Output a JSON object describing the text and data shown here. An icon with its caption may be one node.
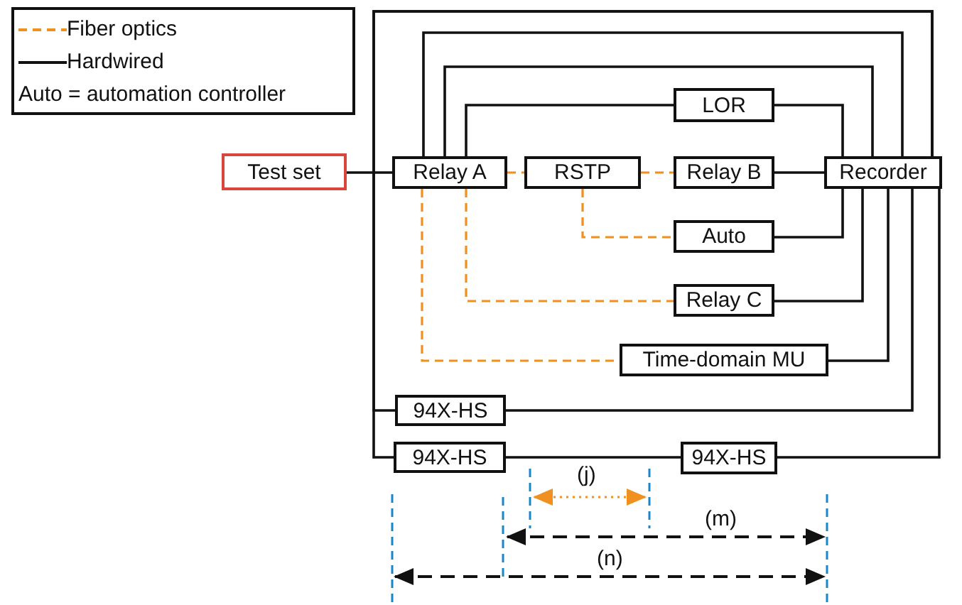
{
  "diagram": {
    "nodes": [
      {
        "text": [
          "LOR"
        ]
      },
      {
        "text": [
          "Test set"
        ]
      },
      {
        "text": [
          "Relay A"
        ]
      },
      {
        "text": [
          "RSTP"
        ]
      },
      {
        "text": [
          "Relay B"
        ]
      },
      {
        "text": [
          "Recorder"
        ]
      },
      {
        "text": [
          "Auto"
        ]
      },
      {
        "text": [
          "Relay C"
        ]
      },
      {
        "text": [
          "Time-domain MU"
        ]
      },
      {
        "text": [
          "94X-HS"
        ]
      },
      {
        "text": [
          "94X-HS"
        ]
      },
      {
        "text": [
          "94X-HS"
        ]
      }
    ],
    "edges": [
      {
        "from": 1,
        "to": 2,
        "arrow": "none"
      },
      {
        "from": 2,
        "to": 5,
        "arrow": "none"
      },
      {
        "from": 2,
        "to": 5,
        "arrow": "none"
      },
      {
        "from": 2,
        "to": 0,
        "arrow": "none"
      },
      {
        "from": 0,
        "to": 5,
        "arrow": "none"
      },
      {
        "from": 2,
        "to": 3,
        "arrow": "none",
        "style": "dashed",
        "color": "#f0901e"
      },
      {
        "from": 3,
        "to": 4,
        "arrow": "none",
        "style": "dashed",
        "color": "#f0901e"
      },
      {
        "from": 3,
        "to": 6,
        "arrow": "none",
        "style": "dashed",
        "color": "#f0901e"
      },
      {
        "from": 4,
        "to": 5,
        "arrow": "none"
      },
      {
        "from": 6,
        "to": 5,
        "arrow": "none"
      },
      {
        "from": 2,
        "to": 7,
        "arrow": "none",
        "style": "dashed",
        "color": "#f0901e"
      },
      {
        "from": 7,
        "to": 5,
        "arrow": "none"
      },
      {
        "from": 2,
        "to": 8,
        "arrow": "none",
        "style": "dashed",
        "color": "#f0901e"
      },
      {
        "from": 8,
        "to": 5,
        "arrow": "none"
      },
      {
        "from": 9,
        "to": 5,
        "arrow": "none"
      },
      {
        "from": 10,
        "to": 11,
        "arrow": "none"
      },
      {
        "from": 11,
        "to": 5,
        "arrow": "none"
      },
      {
        "from": 9,
        "to": 5,
        "arrow": "none"
      },
      {
        "from": 10,
        "to": 5,
        "arrow": "none"
      }
    ],
    "labels": [
      "Auto = automation controller",
      "(j)",
      "(m)",
      "(n)"
    ],
    "legend": [
      {
        "text": "Fiber optics"
      },
      {
        "text": "Hardwired"
      }
    ]
  }
}
